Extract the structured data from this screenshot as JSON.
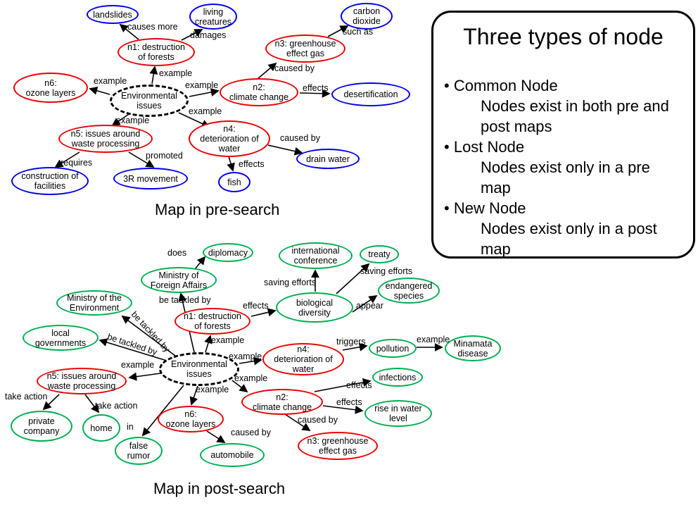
{
  "colors": {
    "common_node": "#ee0000",
    "lost_node": "#0000ee",
    "new_node": "#00b050",
    "root_node": "#000000"
  },
  "legend": {
    "title": "Three types of node",
    "items": [
      {
        "label": "Common Node",
        "desc": "Nodes exist in both pre and\npost maps"
      },
      {
        "label": "Lost Node",
        "desc": "Nodes exist only in a pre\nmap"
      },
      {
        "label": "New Node",
        "desc": "Nodes exist only in a post\nmap"
      }
    ]
  },
  "pre_map": {
    "caption": "Map in pre-search",
    "nodes": [
      {
        "id": "root",
        "label": "Environmental\nissues"
      },
      {
        "id": "n1",
        "label": "n1: destruction\nof forests"
      },
      {
        "id": "n2",
        "label": "n2:\nclimate change"
      },
      {
        "id": "n3",
        "label": "n3: greenhouse\neffect gas"
      },
      {
        "id": "n4",
        "label": "n4:\ndeterioration of\nwater"
      },
      {
        "id": "n5",
        "label": "n5: issues around\nwaste processing"
      },
      {
        "id": "n6",
        "label": "n6:\nozone layers"
      },
      {
        "id": "landslides",
        "label": "landslides"
      },
      {
        "id": "living-creatures",
        "label": "living\ncreatures"
      },
      {
        "id": "carbon-dioxide",
        "label": "carbon\ndioxide"
      },
      {
        "id": "desertification",
        "label": "desertification"
      },
      {
        "id": "drain-water",
        "label": "drain water"
      },
      {
        "id": "construction-of-facilities",
        "label": "construction of\nfacilities"
      },
      {
        "id": "3r-movement",
        "label": "3R movement"
      },
      {
        "id": "fish",
        "label": "fish"
      }
    ],
    "edges": [
      {
        "from": "n1",
        "to": "landslides",
        "label": "causes more"
      },
      {
        "from": "n1",
        "to": "living creatures",
        "label": "damages"
      },
      {
        "from": "Environmental issues",
        "to": "n1",
        "label": "example"
      },
      {
        "from": "Environmental issues",
        "to": "n6",
        "label": "example"
      },
      {
        "from": "Environmental issues",
        "to": "n2",
        "label": "example"
      },
      {
        "from": "Environmental issues",
        "to": "n5",
        "label": "example"
      },
      {
        "from": "Environmental issues",
        "to": "n4",
        "label": "example"
      },
      {
        "from": "n2",
        "to": "n3",
        "label": "caused by"
      },
      {
        "from": "n3",
        "to": "carbon dioxide",
        "label": "such as"
      },
      {
        "from": "n2",
        "to": "desertification",
        "label": "effects"
      },
      {
        "from": "n5",
        "to": "construction of facilities",
        "label": "requires"
      },
      {
        "from": "n5",
        "to": "3R movement",
        "label": "promoted"
      },
      {
        "from": "n4",
        "to": "drain water",
        "label": "caused by"
      },
      {
        "from": "n4",
        "to": "fish",
        "label": "effects"
      }
    ]
  },
  "post_map": {
    "caption": "Map in post-search",
    "nodes": [
      {
        "id": "root",
        "label": "Environmental\nissues"
      },
      {
        "id": "n1",
        "label": "n1: destruction\nof forests"
      },
      {
        "id": "n2",
        "label": "n2:\nclimate change"
      },
      {
        "id": "n3",
        "label": "n3: greenhouse\neffect gas"
      },
      {
        "id": "n4",
        "label": "n4:\ndeterioration of\nwater"
      },
      {
        "id": "n5",
        "label": "n5: issues around\nwaste processing"
      },
      {
        "id": "n6",
        "label": "n6:\nozone layers"
      },
      {
        "id": "diplomacy",
        "label": "diplomacy"
      },
      {
        "id": "international-conference",
        "label": "international\nconference"
      },
      {
        "id": "treaty",
        "label": "treaty"
      },
      {
        "id": "ministry-of-foreign-affairs",
        "label": "Ministry of\nForeign Affairs"
      },
      {
        "id": "endangered-species",
        "label": "endangered\nspecies"
      },
      {
        "id": "ministry-of-the-environment",
        "label": "Ministry of the\nEnvironment"
      },
      {
        "id": "biological-diversity",
        "label": "biological\ndiversity"
      },
      {
        "id": "local-governments",
        "label": "local\ngovernments"
      },
      {
        "id": "pollution",
        "label": "pollution"
      },
      {
        "id": "minamata-disease",
        "label": "Minamata\ndisease"
      },
      {
        "id": "infections",
        "label": "infections"
      },
      {
        "id": "rise-in-water-level",
        "label": "rise in water\nlevel"
      },
      {
        "id": "private-company",
        "label": "private\ncompany"
      },
      {
        "id": "home",
        "label": "home"
      },
      {
        "id": "false-rumor",
        "label": "false\nrumor"
      },
      {
        "id": "automobile",
        "label": "automobile"
      }
    ],
    "edges": [
      {
        "from": "Ministry of Foreign Affairs",
        "to": "diplomacy",
        "label": "does"
      },
      {
        "from": "Environmental issues",
        "to": "Ministry of Foreign Affairs",
        "label": "be tackled by"
      },
      {
        "from": "Environmental issues",
        "to": "Ministry of the Environment",
        "label": "be tackled by"
      },
      {
        "from": "Environmental issues",
        "to": "local governments",
        "label": "be tackled by"
      },
      {
        "from": "Environmental issues",
        "to": "n5",
        "label": "example"
      },
      {
        "from": "Environmental issues",
        "to": "n1",
        "label": "example"
      },
      {
        "from": "Environmental issues",
        "to": "n4",
        "label": "example"
      },
      {
        "from": "Environmental issues",
        "to": "n2",
        "label": "example"
      },
      {
        "from": "Environmental issues",
        "to": "n6",
        "label": "example"
      },
      {
        "from": "Environmental issues",
        "to": "false rumor",
        "label": "in"
      },
      {
        "from": "n1",
        "to": "biological diversity",
        "label": "effects"
      },
      {
        "from": "biological diversity",
        "to": "international conference",
        "label": "saving efforts"
      },
      {
        "from": "biological diversity",
        "to": "treaty",
        "label": "saving efforts"
      },
      {
        "from": "biological diversity",
        "to": "endangered species",
        "label": "appear"
      },
      {
        "from": "n4",
        "to": "pollution",
        "label": "triggers"
      },
      {
        "from": "pollution",
        "to": "Minamata disease",
        "label": "example"
      },
      {
        "from": "n2",
        "to": "infections",
        "label": "effects"
      },
      {
        "from": "n2",
        "to": "rise in water level",
        "label": "effects"
      },
      {
        "from": "n2",
        "to": "n3",
        "label": "caused by"
      },
      {
        "from": "n6",
        "to": "automobile",
        "label": "caused by"
      },
      {
        "from": "n5",
        "to": "private company",
        "label": "take action"
      },
      {
        "from": "n5",
        "to": "home",
        "label": "take action"
      }
    ]
  }
}
